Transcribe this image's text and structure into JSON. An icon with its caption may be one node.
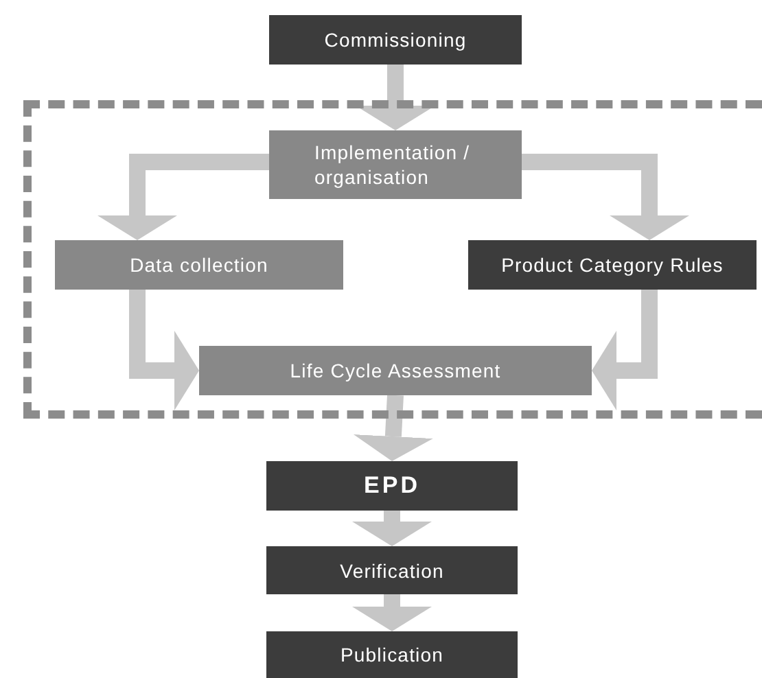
{
  "diagram": {
    "nodes": [
      {
        "text": [
          "Commissioning"
        ]
      },
      {
        "text": [],
        "shape": "box"
      },
      {
        "text": [
          "Implementation / organisation"
        ],
        "in": 1
      },
      {
        "text": [
          "Data collection"
        ],
        "in": 1
      },
      {
        "text": [
          "Product Category Rules"
        ],
        "in": 1
      },
      {
        "text": [
          "Life Cycle Assessment"
        ],
        "in": 1
      },
      {
        "text": [
          "EPD"
        ]
      },
      {
        "text": [
          "Verification"
        ]
      },
      {
        "text": [
          "Publication"
        ]
      }
    ],
    "edges": [
      {
        "from": 0,
        "to": 2,
        "arrow": "to"
      },
      {
        "from": 2,
        "to": 3,
        "arrow": "to"
      },
      {
        "from": 2,
        "to": 4,
        "arrow": "to"
      },
      {
        "from": 3,
        "to": 5,
        "arrow": "to"
      },
      {
        "from": 4,
        "to": 5,
        "arrow": "to"
      },
      {
        "from": 5,
        "to": 6,
        "arrow": "to"
      },
      {
        "from": 6,
        "to": 7,
        "arrow": "to"
      },
      {
        "from": 7,
        "to": 8,
        "arrow": "to"
      }
    ]
  }
}
